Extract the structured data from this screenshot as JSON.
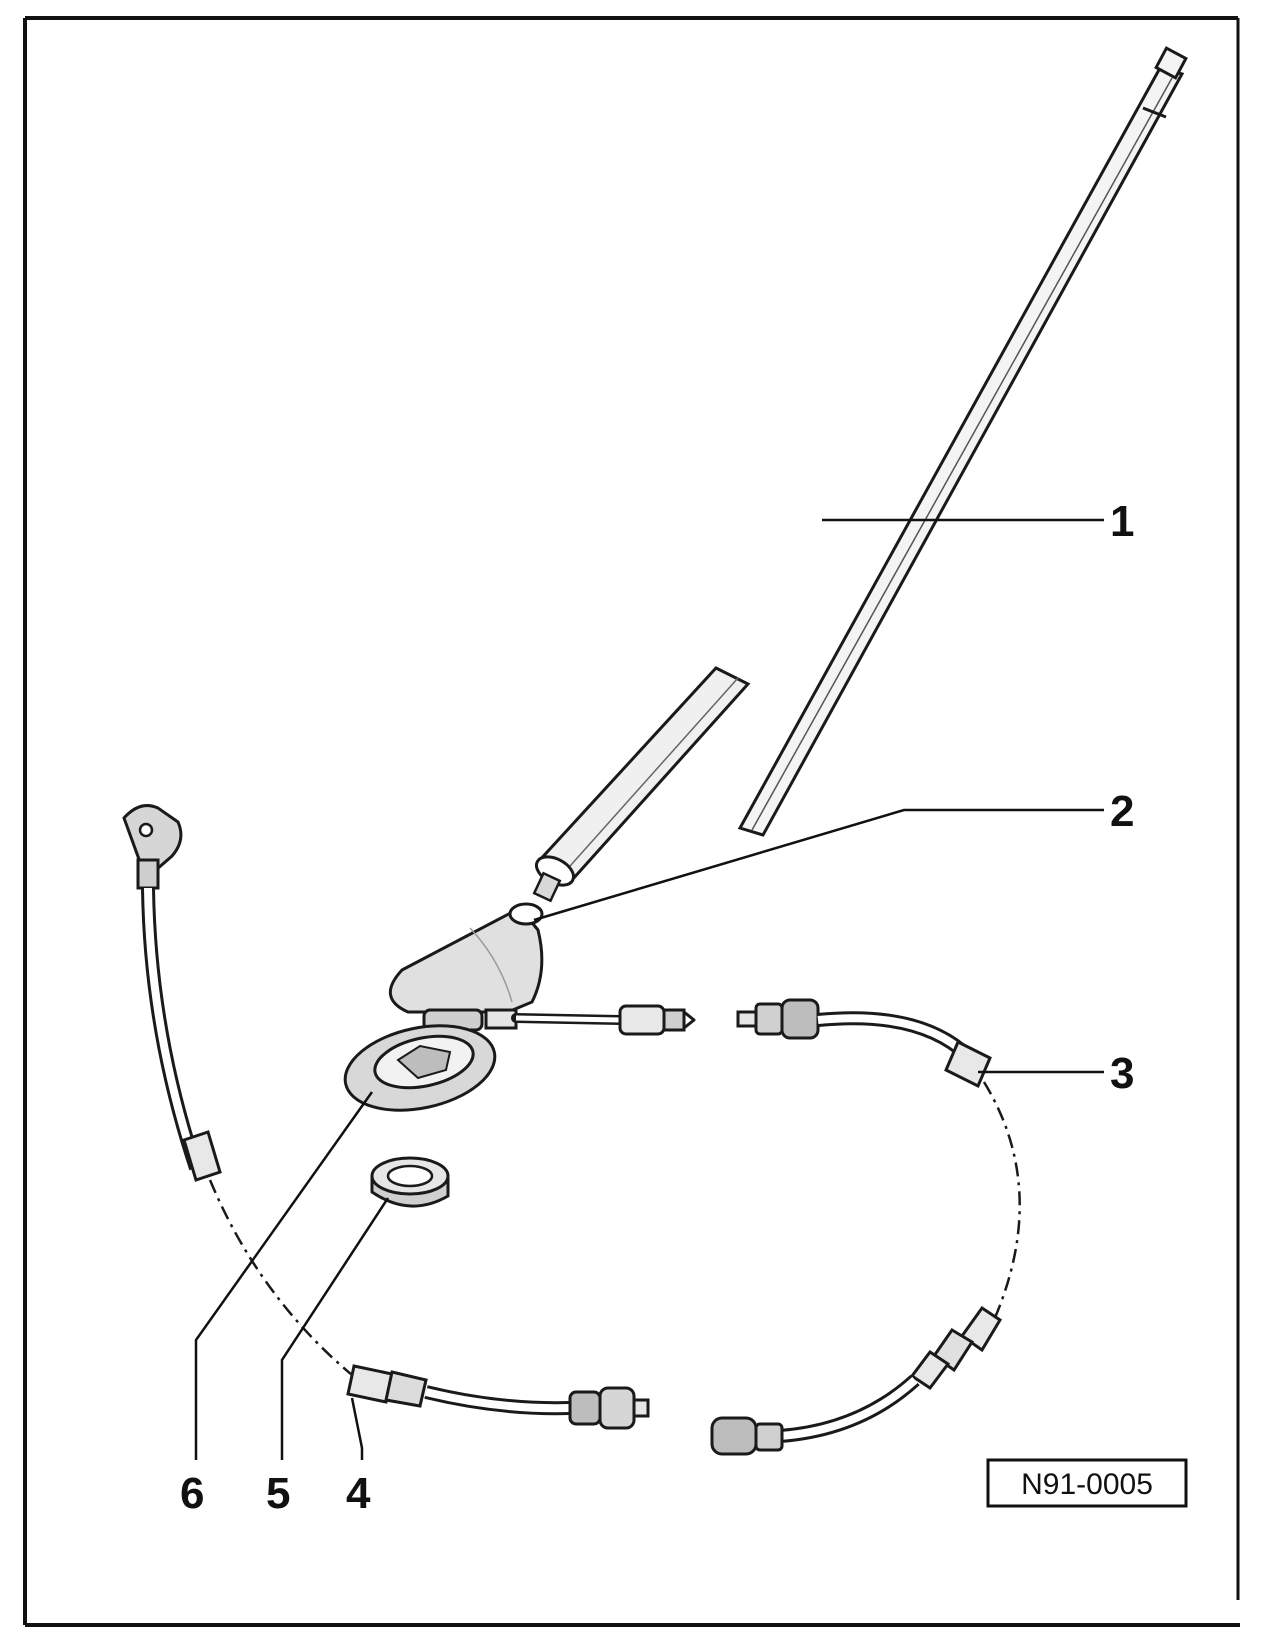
{
  "figure_id": "N91-0005",
  "callouts": [
    {
      "id": "1",
      "label": "1",
      "part": "antenna-mast"
    },
    {
      "id": "2",
      "label": "2",
      "part": "antenna-base"
    },
    {
      "id": "3",
      "label": "3",
      "part": "antenna-cable"
    },
    {
      "id": "4",
      "label": "4",
      "part": "extension-cable"
    },
    {
      "id": "5",
      "label": "5",
      "part": "mounting-nut"
    },
    {
      "id": "6",
      "label": "6",
      "part": "seal"
    }
  ],
  "colors": {
    "ink": "#1a1a1a",
    "paper": "#ffffff",
    "shade": "#c8c8c8"
  }
}
